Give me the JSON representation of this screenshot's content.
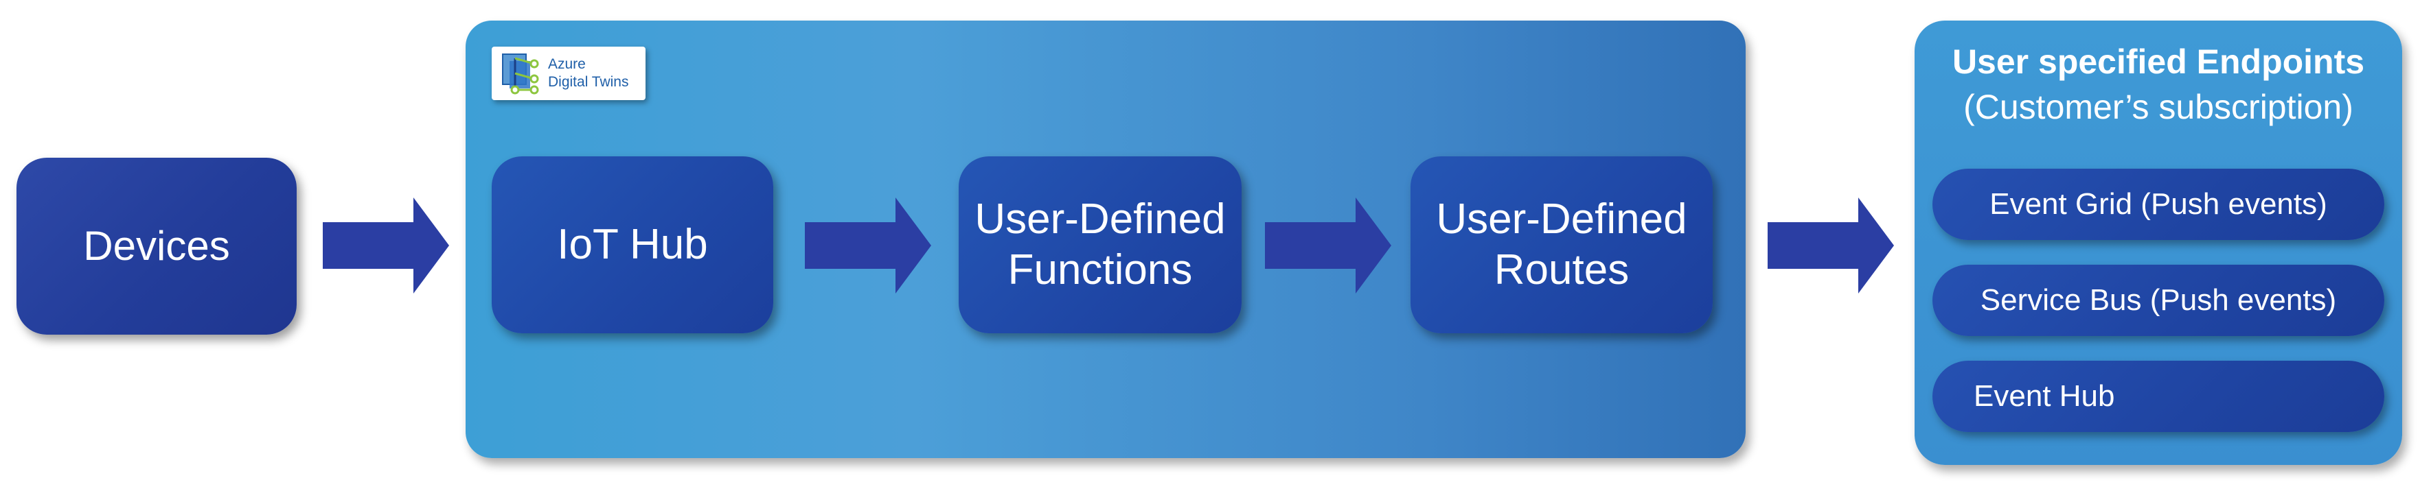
{
  "diagram": {
    "colors": {
      "node_fill": "#2a44a2",
      "inner_node_fill": "#2150b0",
      "arrow_fill": "#2b3ea3",
      "panel_fill_start": "#3d9fd6",
      "panel_fill_end": "#3171b7"
    },
    "nodes": {
      "devices": "Devices",
      "iot_hub": "IoT Hub",
      "user_defined_functions": "User-Defined\nFunctions",
      "user_defined_routes": "User-Defined\nRoutes"
    },
    "azure_logo": {
      "line1": "Azure",
      "line2": "Digital Twins",
      "icon": "azure-digital-twins-icon"
    },
    "endpoints": {
      "title": "User specified Endpoints",
      "subtitle": "(Customer’s subscription)",
      "items": [
        "Event Grid (Push events)",
        "Service Bus (Push events)",
        "Event Hub"
      ]
    }
  }
}
